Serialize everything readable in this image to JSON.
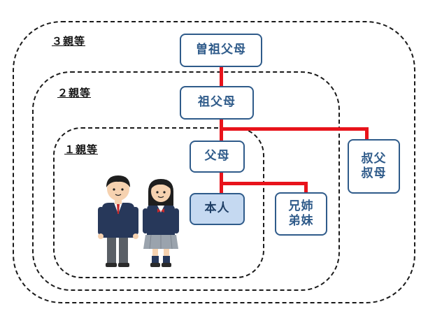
{
  "zones": [
    {
      "id": "zone-3",
      "label": "３親等"
    },
    {
      "id": "zone-2",
      "label": "２親等"
    },
    {
      "id": "zone-1",
      "label": "１親等"
    }
  ],
  "nodes": {
    "great_grandparents": "曽祖父母",
    "grandparents": "祖父母",
    "parents": "父母",
    "self": "本人",
    "siblings": [
      "兄姉",
      "弟妹"
    ],
    "uncles_aunts": [
      "叔父",
      "叔母"
    ]
  },
  "colors": {
    "zone_border": "#1a1a1a",
    "node_border": "#2f5b8a",
    "node_text": "#2f5b8a",
    "self_fill": "#c5d9f1",
    "connector": "#e8131b"
  },
  "illustration": "two-students-icon"
}
